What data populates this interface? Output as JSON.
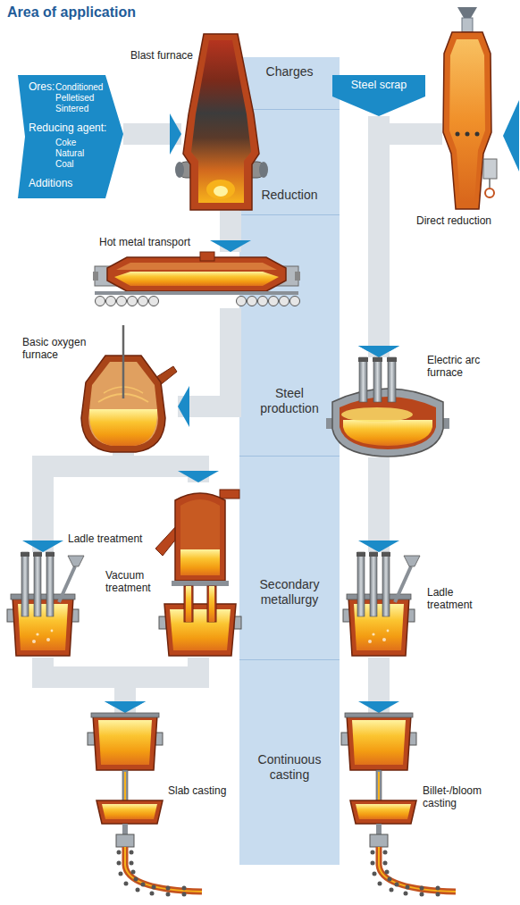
{
  "diagram": {
    "title": "Area of application",
    "nodes": [
      {
        "text": [
          "Ores:",
          "Conditioned Pelletised Sintered",
          "Reducing agent:",
          "Coke Natural Coal",
          "Additions"
        ]
      },
      {
        "text": [
          "Blast furnace"
        ]
      },
      {
        "text": [
          "Charges"
        ]
      },
      {
        "text": [
          "Steel scrap"
        ]
      },
      {
        "text": [
          "Direct reduction"
        ]
      },
      {
        "text": [
          "Reduction"
        ]
      },
      {
        "text": [
          "Hot metal transport"
        ]
      },
      {
        "text": [
          "Basic oxygen furnace"
        ]
      },
      {
        "text": [
          "Steel production"
        ]
      },
      {
        "text": [
          "Electric arc furnace"
        ]
      },
      {
        "text": [
          "Ladle treatment"
        ]
      },
      {
        "text": [
          "Vacuum treatment"
        ]
      },
      {
        "text": [
          "Secondary metallurgy"
        ]
      },
      {
        "text": [
          "Ladle treatment"
        ]
      },
      {
        "text": [
          "Slab casting"
        ]
      },
      {
        "text": [
          "Continuous casting"
        ]
      },
      {
        "text": [
          "Billet-/bloom casting"
        ]
      }
    ],
    "edges": [
      {
        "from": 0,
        "to": 1,
        "arrow": "to"
      },
      {
        "from": 1,
        "to": 6,
        "arrow": "to"
      },
      {
        "from": 6,
        "to": 7,
        "arrow": "to"
      },
      {
        "from": 3,
        "to": 9,
        "arrow": "to"
      },
      {
        "from": 4,
        "to": 9,
        "arrow": "to"
      },
      {
        "from": 7,
        "to": 10,
        "arrow": "to"
      },
      {
        "from": 7,
        "to": 11,
        "arrow": "to"
      },
      {
        "from": 10,
        "to": 14,
        "arrow": "to"
      },
      {
        "from": 11,
        "to": 14,
        "arrow": "to"
      },
      {
        "from": 9,
        "to": 13,
        "arrow": "to"
      },
      {
        "from": 13,
        "to": 16,
        "arrow": "to"
      }
    ]
  }
}
